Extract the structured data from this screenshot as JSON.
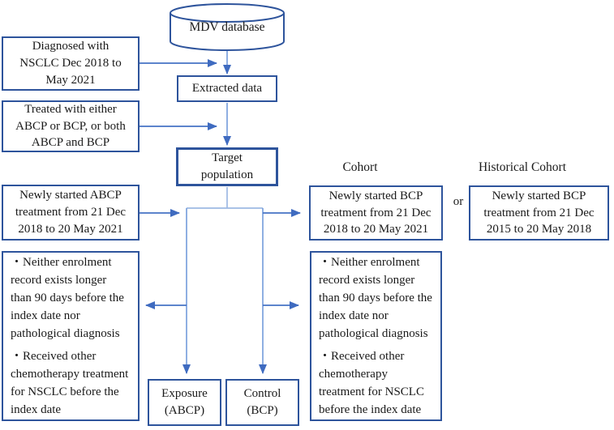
{
  "figure": {
    "database_label": "MDV database",
    "criteria_diagnosed": "Diagnosed with\nNSCLC Dec 2018 to\nMay 2021",
    "criteria_treated": "Treated with either\nABCP or BCP, or both\nABCP and BCP",
    "extracted_data": "Extracted data",
    "target_population": "Target\npopulation",
    "cohort_label": "Cohort",
    "historical_cohort_label": "Historical Cohort",
    "abcp_new": "Newly started ABCP\ntreatment from 21 Dec\n2018 to 20 May 2021",
    "bcp_new": "Newly started BCP\ntreatment from 21 Dec\n2018 to 20 May 2021",
    "or_label": "or",
    "bcp_historical": "Newly started BCP\ntreatment from 21 Dec\n2015 to 20 May 2018",
    "exclusion_left": {
      "item1": "・Neither enrolment\nrecord exists longer\nthan 90 days before the\nindex date nor\npathological diagnosis",
      "item2": "・Received other\nchemotherapy treatment\nfor NSCLC before the\nindex date"
    },
    "exclusion_right": {
      "item1": "・Neither enrolment\nrecord exists longer\nthan 90 days before the\nindex date nor\npathological diagnosis",
      "item2": "・Received other\nchemotherapy\ntreatment for NSCLC\nbefore the index date"
    },
    "exposure": "Exposure\n(ABCP)",
    "control": "Control\n(BCP)"
  },
  "colors": {
    "box_border": "#2e549c",
    "arrow": "#4472c4",
    "connector_light": "#7ba1dd",
    "elbow_light": "#9db9e4",
    "text": "#1a1a1a"
  }
}
